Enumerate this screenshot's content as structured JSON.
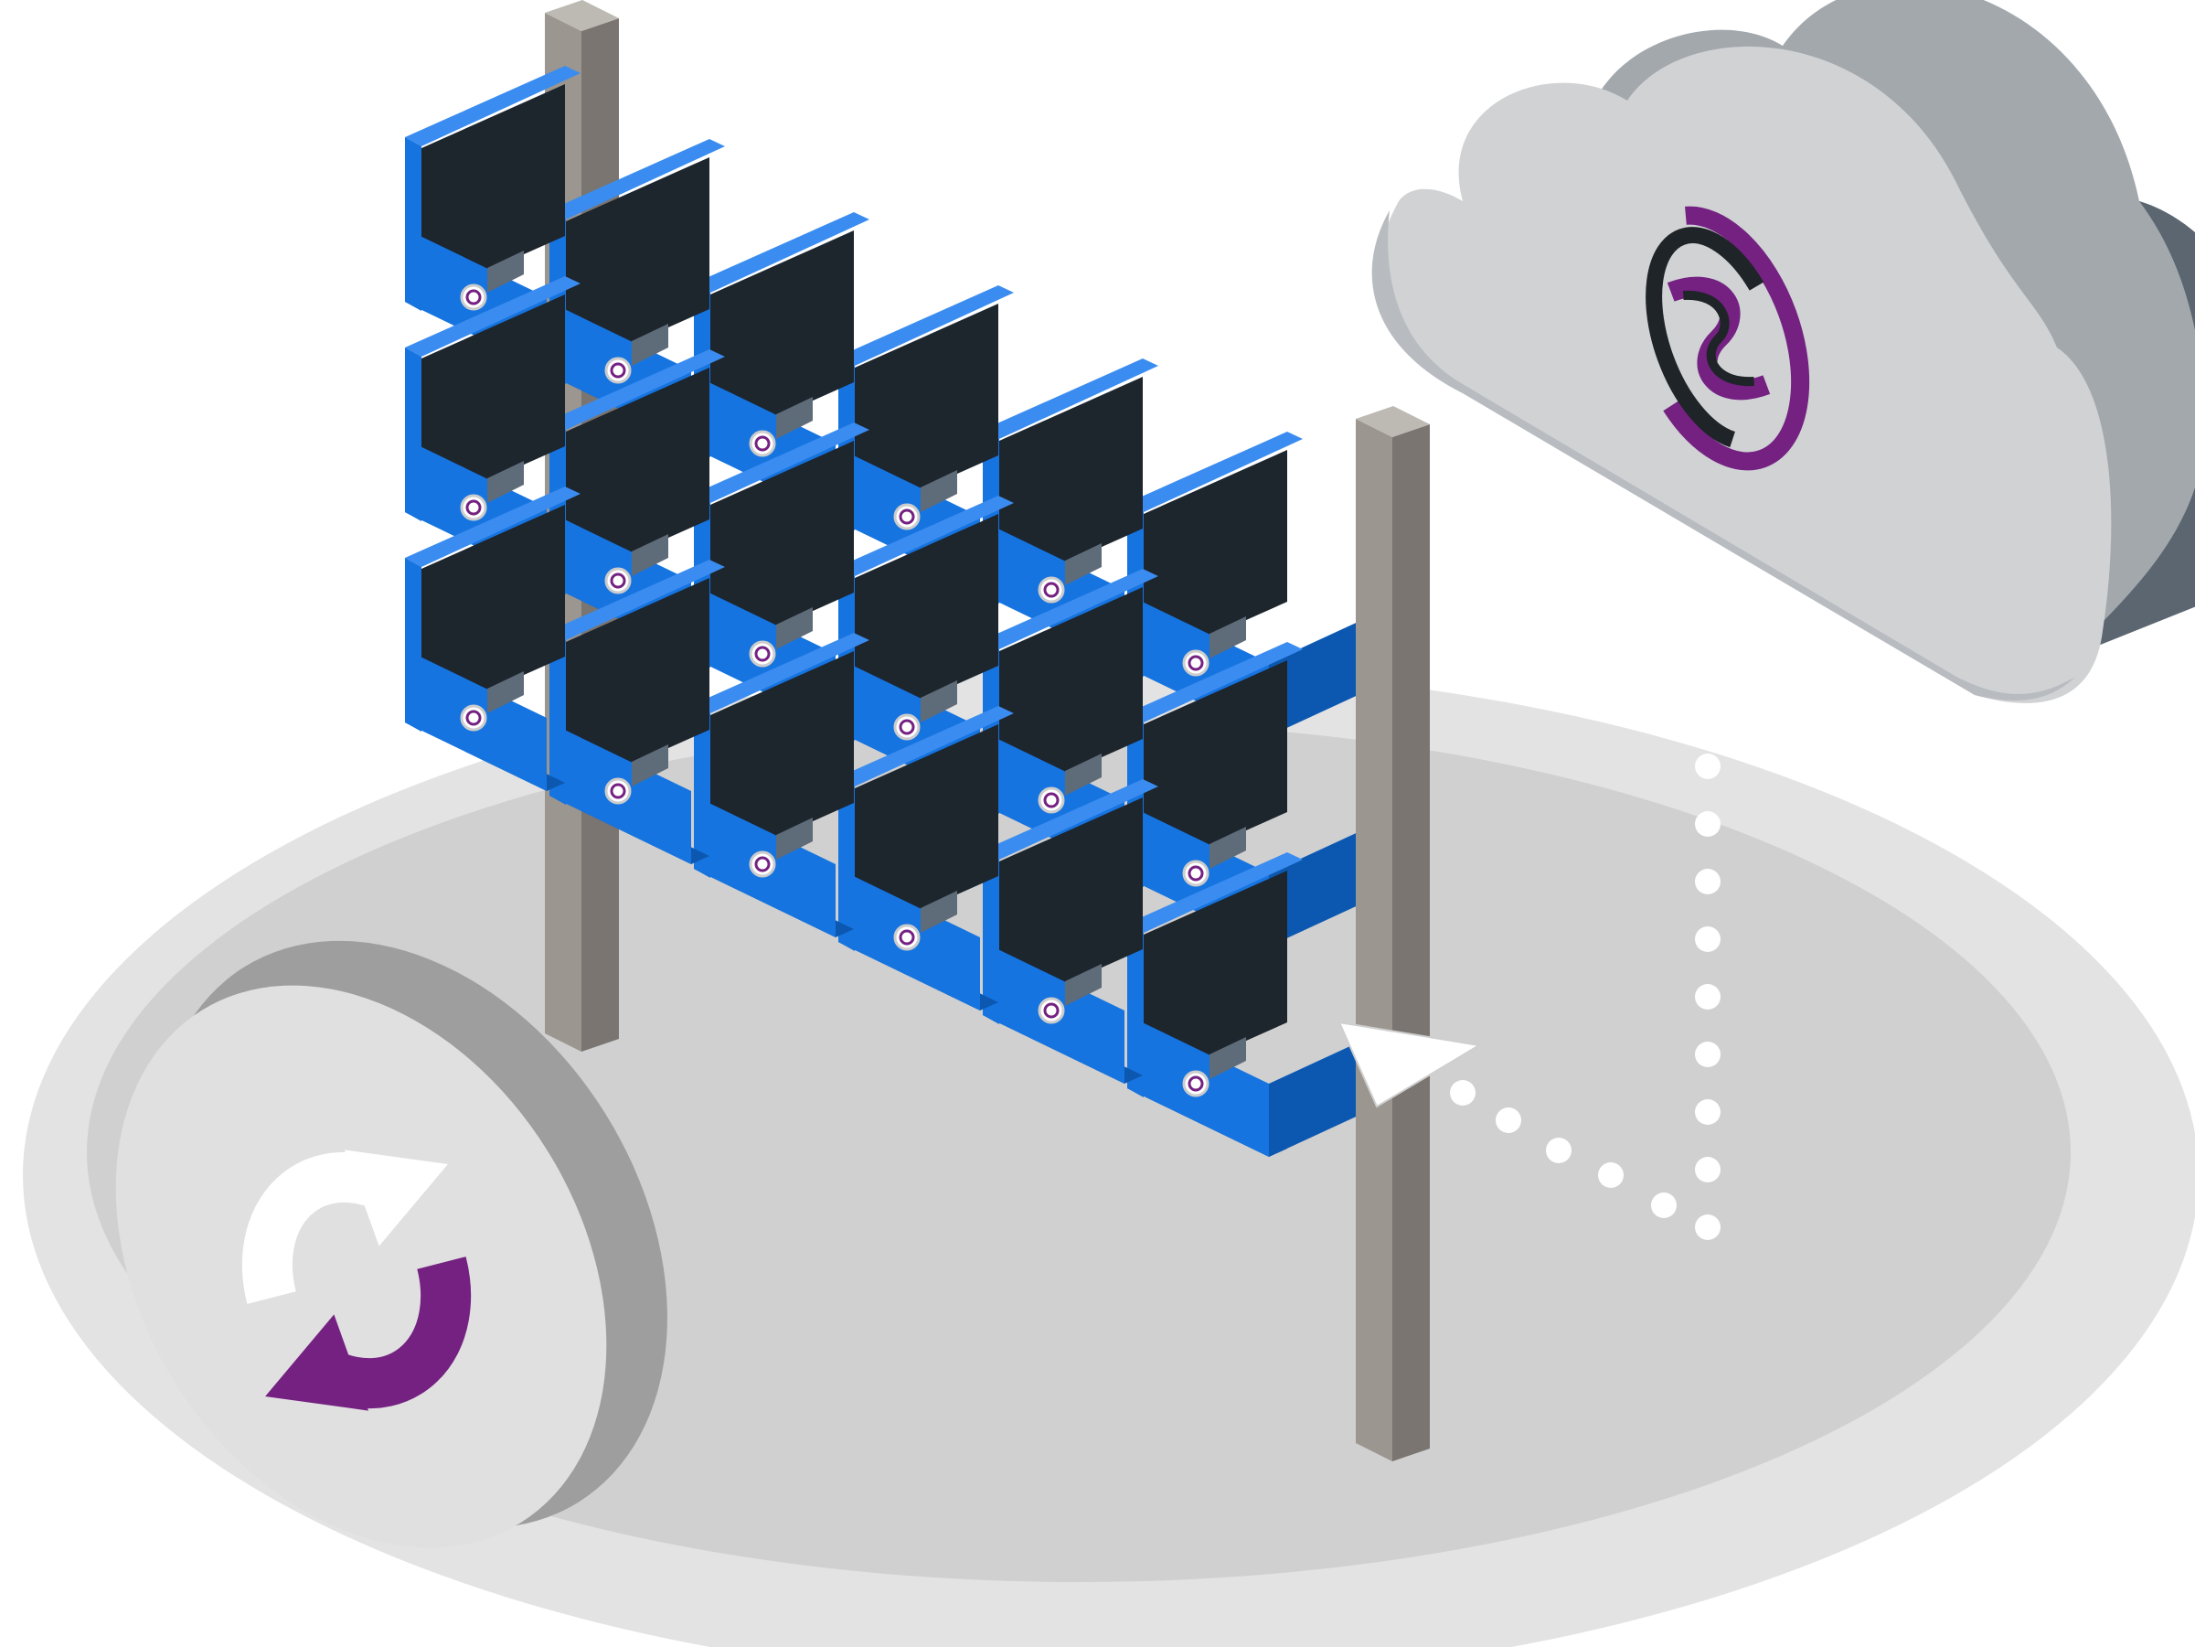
{
  "illustration": {
    "kind": "isometric mining rig with cloud sync",
    "rig": {
      "rows": 3,
      "columns": 6,
      "unit_icon": "purple-swirl-badge"
    },
    "cloud": {
      "icon": "purple-and-black-swirl-logo"
    },
    "sync_badge": {
      "icon": "refresh-arrows"
    },
    "connection": {
      "style": "dotted-path",
      "pointer": "white-arrowhead"
    },
    "colors": {
      "background": "#ffffff",
      "floor_outer": "#e3e3e3",
      "floor_inner": "#d0d0d0",
      "unit_blue": "#1674e0",
      "unit_blue_light": "#3a8cf0",
      "unit_blue_dark": "#0c58b0",
      "unit_black": "#1d252d",
      "connector_gray": "#5e6b79",
      "post_front": "#9b968f",
      "post_side": "#7a7570",
      "post_top": "#bdb9b3",
      "cloud_light": "#d0d2d4",
      "cloud_mid": "#a3a8ad",
      "cloud_dark": "#5b6670",
      "badge_purple": "#742182",
      "logo_dark": "#1f2428",
      "disk_face": "#e0e0e0",
      "disk_side": "#9e9e9e",
      "dot_white": "#ffffff"
    }
  }
}
